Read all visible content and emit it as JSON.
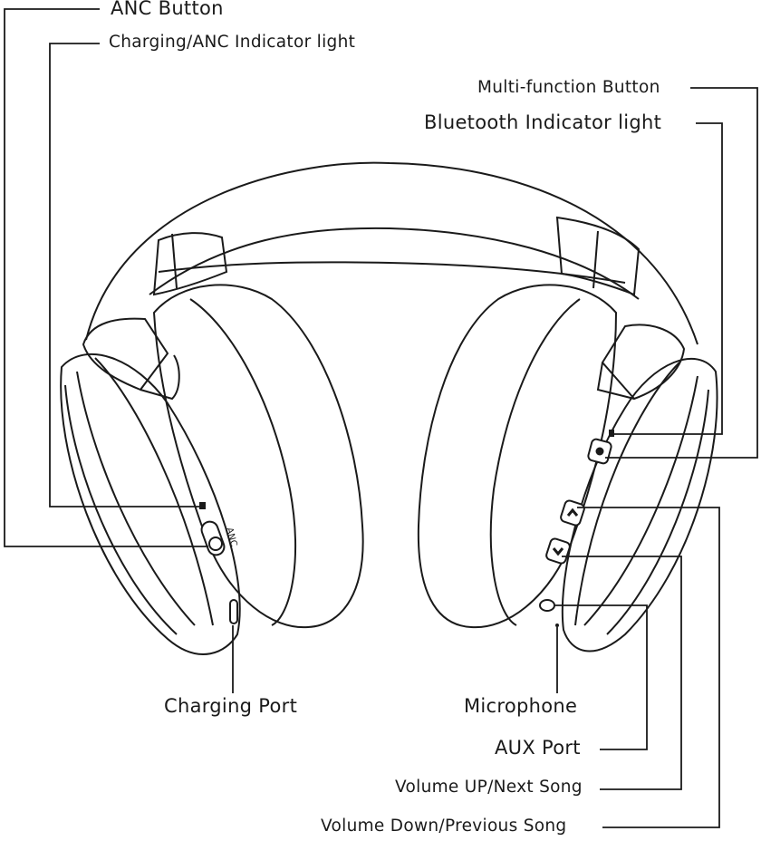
{
  "labels": {
    "anc_button": "ANC Button",
    "charging_anc_light": "Charging/ANC Indicator light",
    "multi_function_button": "Multi-function Button",
    "bluetooth_light": "Bluetooth Indicator light",
    "charging_port": "Charging Port",
    "microphone": "Microphone",
    "aux_port": "AUX Port",
    "volume_up": "Volume UP/Next Song",
    "volume_down": "Volume Down/Previous Song",
    "anc_switch_text": "ANC"
  },
  "icons": {
    "headphones": "headphones-icon",
    "multi_function": "circle-button-icon",
    "volume_up": "chevron-up-icon",
    "volume_down": "chevron-down-icon"
  },
  "colors": {
    "line": "#1a1a1a",
    "background": "#ffffff"
  }
}
